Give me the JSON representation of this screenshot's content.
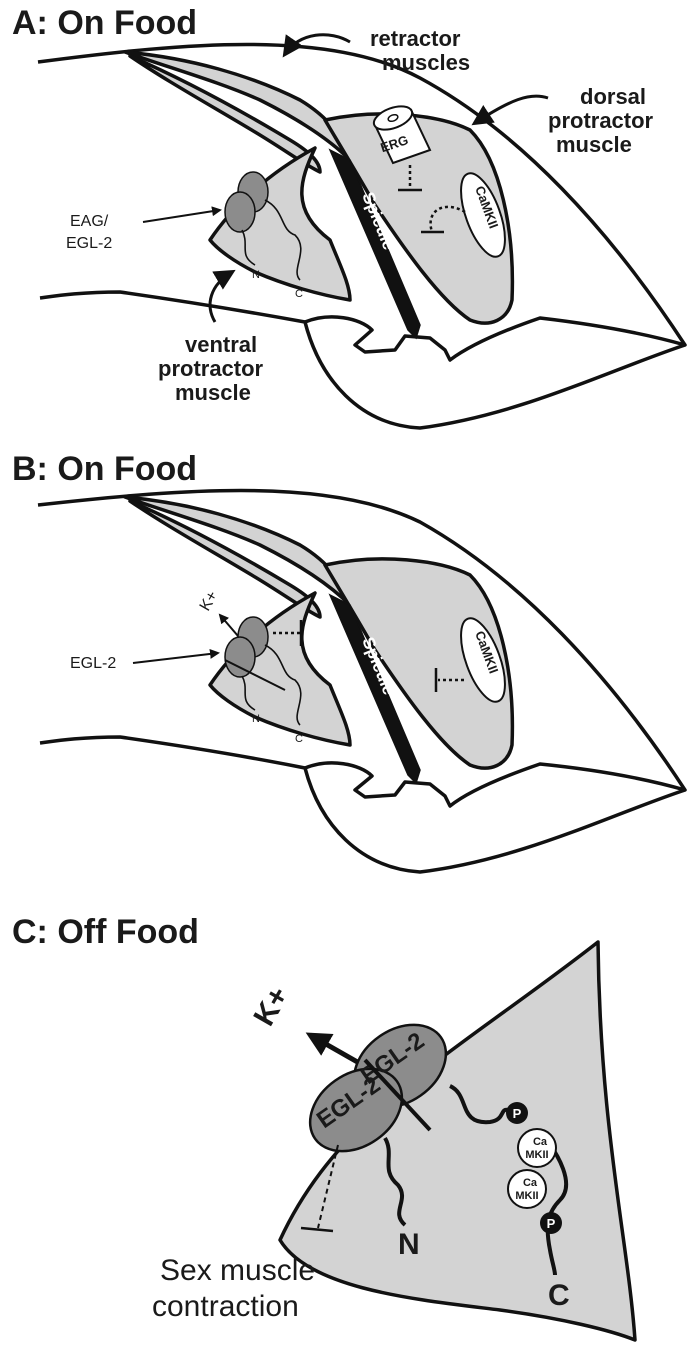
{
  "panels": {
    "a": {
      "title": "A: On Food",
      "retractor": [
        "retractor",
        "muscles"
      ],
      "dorsal": [
        "dorsal",
        "protractor",
        "muscle"
      ],
      "ventral": [
        "ventral",
        "protractor",
        "muscle"
      ],
      "eag": [
        "EAG/",
        "EGL-2"
      ],
      "spicule": "Spicule",
      "erg": "ERG",
      "camkii": "CaMKII",
      "n_term": "N",
      "c_term": "C"
    },
    "b": {
      "title": "B: On Food",
      "egl2": "EGL-2",
      "kplus": "K+",
      "spicule": "Spicule",
      "camkii": "CaMKII",
      "n_term": "N",
      "c_term": "C"
    },
    "c": {
      "title": "C: Off Food",
      "kplus": "K+",
      "egl2_a": "EGL-2",
      "egl2_b": "EGL-2",
      "camkii_1": [
        "Ca",
        "MKII"
      ],
      "camkii_2": [
        "Ca",
        "MKII"
      ],
      "p1": "P",
      "p2": "P",
      "n_term": "N",
      "c_term": "C",
      "contraction": [
        "Sex muscle",
        "contraction"
      ]
    }
  },
  "colors": {
    "muscle_fill": "#d3d3d3",
    "channel_fill": "#8c8c8c",
    "outline": "#111111"
  }
}
